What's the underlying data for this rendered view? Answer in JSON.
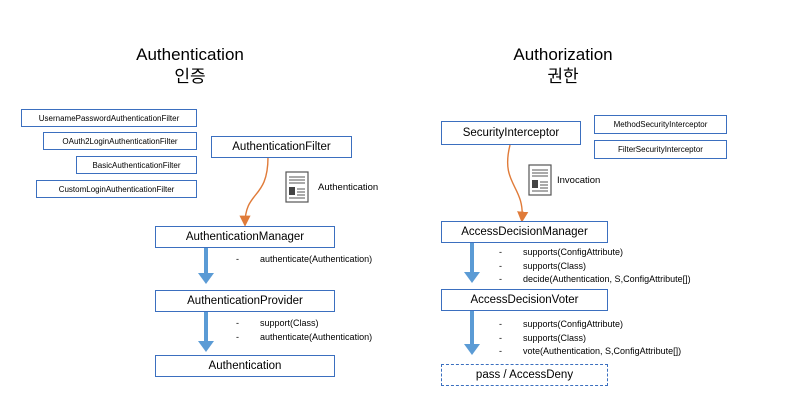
{
  "authentication": {
    "title": "Authentication",
    "subtitle": "인증",
    "filters": [
      "UsernamePasswordAuthenticationFilter",
      "OAuth2LoginAuthenticationFilter",
      "BasicAuthenticationFilter",
      "CustomLoginAuthenticationFilter"
    ],
    "filter_box": "AuthenticationFilter",
    "doc_label": "Authentication",
    "manager": "AuthenticationManager",
    "manager_methods": [
      "authenticate(Authentication)"
    ],
    "provider": "AuthenticationProvider",
    "provider_methods": [
      "support(Class)",
      "authenticate(Authentication)"
    ],
    "result": "Authentication"
  },
  "authorization": {
    "title": "Authorization",
    "subtitle": "권한",
    "interceptor": "SecurityInterceptor",
    "interceptor_types": [
      "MethodSecurityInterceptor",
      "FilterSecurityInterceptor"
    ],
    "doc_label": "Invocation",
    "manager": "AccessDecisionManager",
    "manager_methods": [
      "supports(ConfigAttribute)",
      "supports(Class)",
      "decide(Authentication, S,ConfigAttribute[])"
    ],
    "voter": "AccessDecisionVoter",
    "voter_methods": [
      "supports(ConfigAttribute)",
      "supports(Class)",
      "vote(Authentication, S,ConfigAttribute[])"
    ],
    "result": "pass / AccessDeny"
  },
  "colors": {
    "box_border": "#3b6fbf",
    "flow_arrow": "#5b9bd5",
    "curve_arrow": "#e07b39"
  }
}
